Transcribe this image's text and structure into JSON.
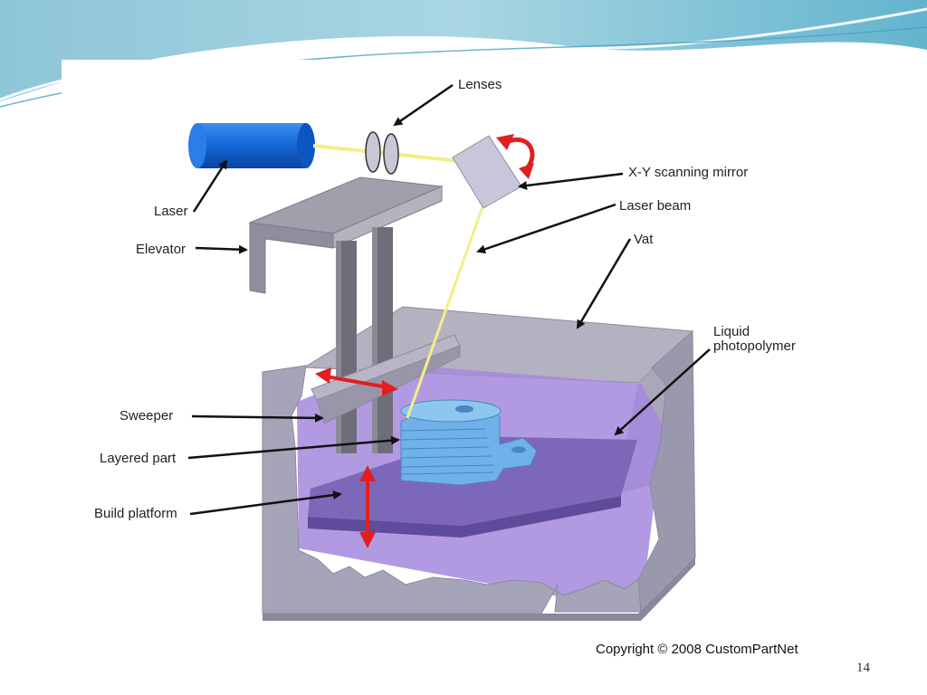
{
  "diagram": {
    "labels": {
      "lenses": "Lenses",
      "laser": "Laser",
      "mirror": "X-Y scanning mirror",
      "beam": "Laser beam",
      "elevator": "Elevator",
      "vat": "Vat",
      "liquid_1": "Liquid",
      "liquid_2": "photopolymer",
      "sweeper": "Sweeper",
      "layered_part": "Layered part",
      "build_platform": "Build platform"
    },
    "copyright": "Copyright © 2008 CustomPartNet"
  },
  "slide": {
    "number": "14"
  },
  "colors": {
    "laser": "#1466d6",
    "beam": "#f2ef8a",
    "vat": "#9a9aac",
    "liquid": "#a488de",
    "part": "#6fb1e8",
    "motion_arrow": "#e02020",
    "accent_wave": "#5fb3cf"
  }
}
